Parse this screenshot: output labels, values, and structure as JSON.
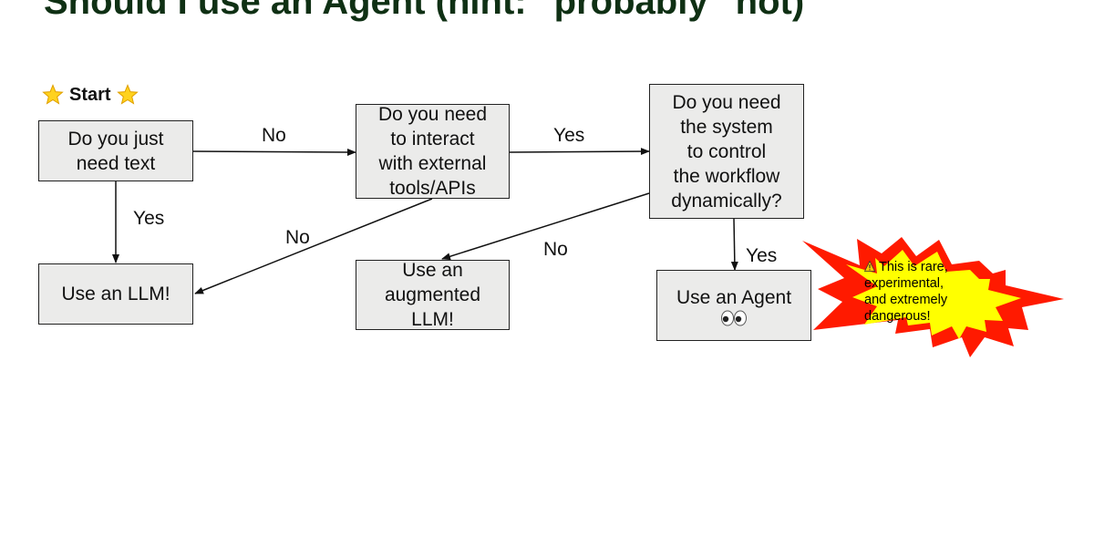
{
  "title": "Should I use an Agent (hint: \"probably\" not)",
  "start_label": "Start",
  "nodes": {
    "just_text": "Do you just\nneed text",
    "external_tools": "Do you need\nto interact\nwith external\ntools/APIs",
    "control_workflow": "Do you need\nthe system\nto control\nthe workflow\ndynamically?",
    "use_llm": "Use an LLM!",
    "augmented_llm": "Use an\naugmented\nLLM!",
    "use_agent": "Use an Agent"
  },
  "edges": {
    "text_to_tools": "No",
    "tools_to_workflow": "Yes",
    "text_to_llm": "Yes",
    "tools_to_llm": "No",
    "workflow_to_augmented": "No",
    "workflow_to_agent": "Yes"
  },
  "warning": {
    "line1": "This is rare,",
    "line2": "experimental,",
    "line3": "and extremely",
    "line4": "dangerous!",
    "icon": "warning-icon",
    "burst_outer_color": "#ff1a00",
    "burst_inner_color": "#ffff00"
  },
  "colors": {
    "title": "#0f3014",
    "box_fill": "#ebebea",
    "box_border": "#222222"
  }
}
